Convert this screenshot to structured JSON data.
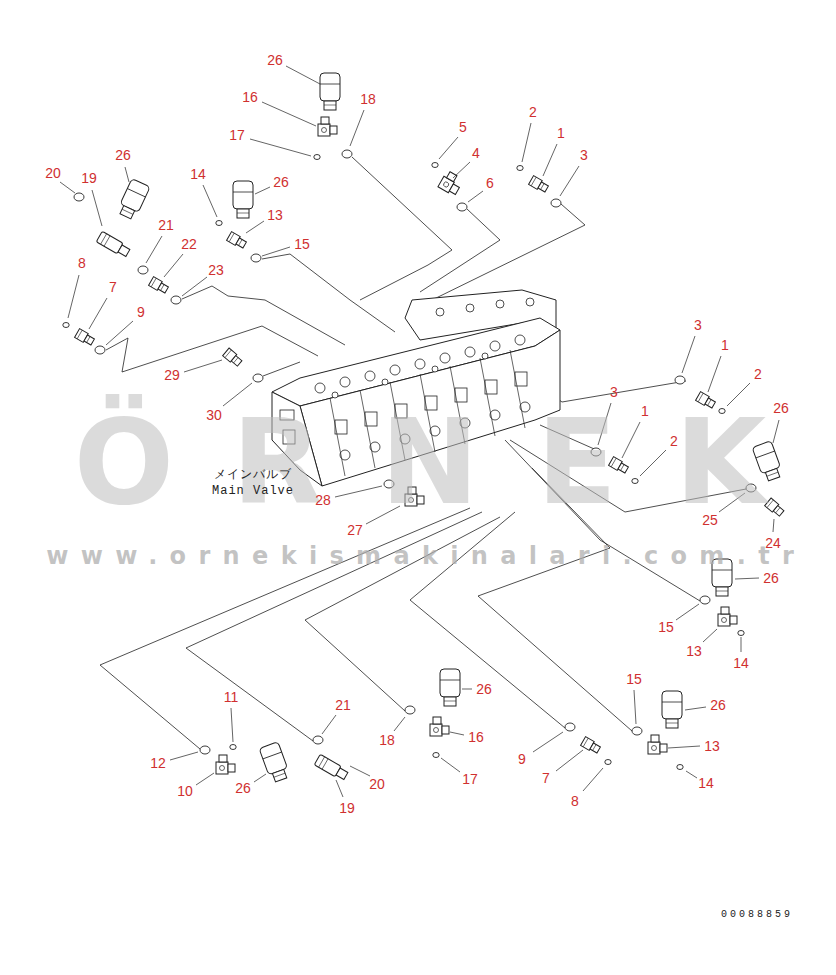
{
  "diagram": {
    "labels": [
      "26",
      "16",
      "18",
      "17",
      "5",
      "4",
      "6",
      "2",
      "1",
      "3",
      "26",
      "20",
      "19",
      "14",
      "26",
      "13",
      "21",
      "22",
      "15",
      "23",
      "8",
      "7",
      "9",
      "29",
      "30",
      "3",
      "1",
      "2",
      "3",
      "1",
      "2",
      "26",
      "メインバルブ",
      "Main Valve",
      "28",
      "27",
      "25",
      "24",
      "26",
      "15",
      "13",
      "14",
      "15",
      "26",
      "13",
      "14",
      "11",
      "12",
      "10",
      "26",
      "21",
      "20",
      "19",
      "26",
      "18",
      "16",
      "17",
      "9",
      "7",
      "8",
      "ÖRNEK",
      "www.ornekismakinalari.com.tr",
      "00088859"
    ]
  }
}
